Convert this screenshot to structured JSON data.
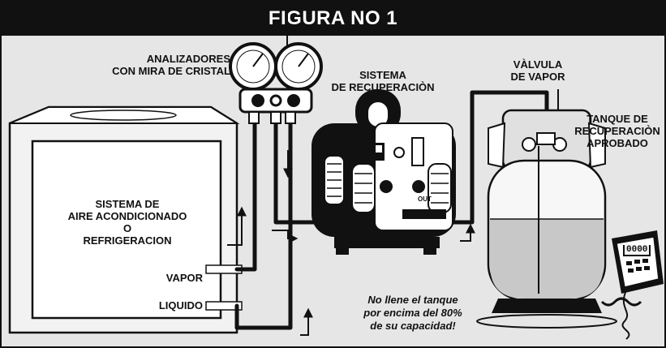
{
  "title": "FIGURA NO 1",
  "labels": {
    "gauges": [
      "ANALIZADORES",
      "CON MIRA DE CRISTAL"
    ],
    "recovery_system": [
      "SISTEMA",
      "DE RECUPERACIÒN"
    ],
    "vapor_valve": [
      "VÀLVULA",
      "DE VAPOR"
    ],
    "tank": [
      "TANQUE DE",
      "RECUPERACIÒN",
      "APROBADO"
    ],
    "ac_system": [
      "SISTEMA DE",
      "AIRE ACONDICIONADO",
      "O",
      "REFRIGERACION"
    ],
    "vapor_port": "VAPOR",
    "liquid_port": "LIQUIDO"
  },
  "warning_note": [
    "No llene el tanque",
    "por encima del 80%",
    "de su capacidad!"
  ],
  "scale_display": "0000",
  "machine_port_label": "OUT",
  "colors": {
    "ink": "#111111",
    "background": "#e6e6e6",
    "header": "#111111",
    "header_text": "#ffffff"
  }
}
